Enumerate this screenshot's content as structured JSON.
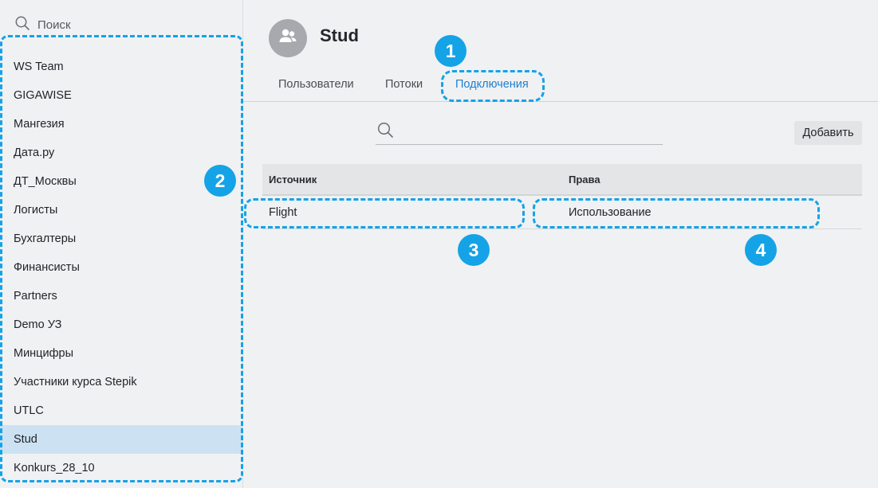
{
  "sidebar": {
    "search_placeholder": "Поиск",
    "items": [
      {
        "label": "WS Team"
      },
      {
        "label": "GIGAWISE"
      },
      {
        "label": "Мангезия"
      },
      {
        "label": "Дата.ру"
      },
      {
        "label": "ДТ_Москвы"
      },
      {
        "label": "Логисты"
      },
      {
        "label": "Бухгалтеры"
      },
      {
        "label": "Финансисты"
      },
      {
        "label": "Partners"
      },
      {
        "label": "Demo УЗ"
      },
      {
        "label": "Минцифры"
      },
      {
        "label": "Участники курса Stepik"
      },
      {
        "label": "UTLC"
      },
      {
        "label": "Stud"
      },
      {
        "label": "Konkurs_28_10"
      }
    ],
    "active_item": "Stud"
  },
  "group": {
    "title": "Stud",
    "avatar_icon": "users-icon"
  },
  "tabs": [
    {
      "label": "Пользователи"
    },
    {
      "label": "Потоки"
    },
    {
      "label": "Подключения"
    }
  ],
  "active_tab": "Подключения",
  "toolbar": {
    "search_placeholder": "",
    "add_label": "Добавить"
  },
  "table": {
    "columns": [
      "Источник",
      "Права"
    ],
    "rows": [
      {
        "source": "Flight",
        "rights": "Использование"
      }
    ]
  },
  "annotations": {
    "badges": [
      "1",
      "2",
      "3",
      "4"
    ],
    "color": "#14a3e6"
  },
  "colors": {
    "accent": "#1e7fd0",
    "active_row": "#cce2f2",
    "avatar_bg": "#a7a9ae"
  }
}
